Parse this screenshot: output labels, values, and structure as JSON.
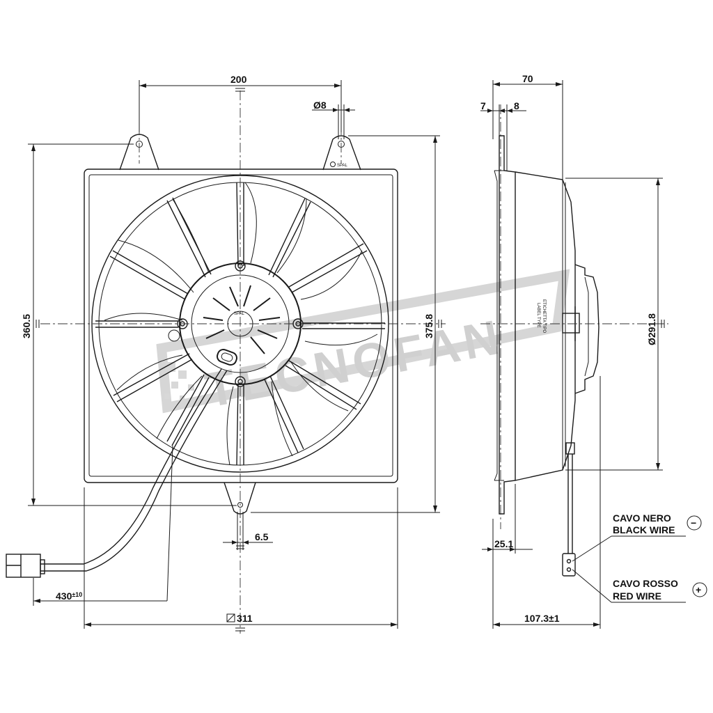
{
  "watermark": {
    "text": "TECNOFAN",
    "color": "#c8c8c8"
  },
  "brand": {
    "logo_text": "SPAL"
  },
  "front_view": {
    "dimensions": {
      "mount_spacing": "200",
      "hole_diameter": "Ø8",
      "height_mounts": "360.5",
      "height_frame": "375.8",
      "slot_width": "6.5",
      "cable_length": "430",
      "cable_tolerance": "±10",
      "frame_square": "311"
    }
  },
  "side_view": {
    "label_text_1": "ETICHETTA TIPO",
    "label_text_2": "LABEL TYPE",
    "dimensions": {
      "total_depth": "70",
      "flange_a": "7",
      "flange_b": "8",
      "fan_diameter": "Ø291.8",
      "shroud_depth": "25.1",
      "overall_depth": "107.3±1"
    }
  },
  "wires": {
    "black_it": "CAVO NERO",
    "black_en": "BLACK WIRE",
    "black_symbol": "−",
    "red_it": "CAVO ROSSO",
    "red_en": "RED WIRE",
    "red_symbol": "+"
  },
  "colors": {
    "line": "#1a1a1a",
    "background": "#ffffff"
  }
}
